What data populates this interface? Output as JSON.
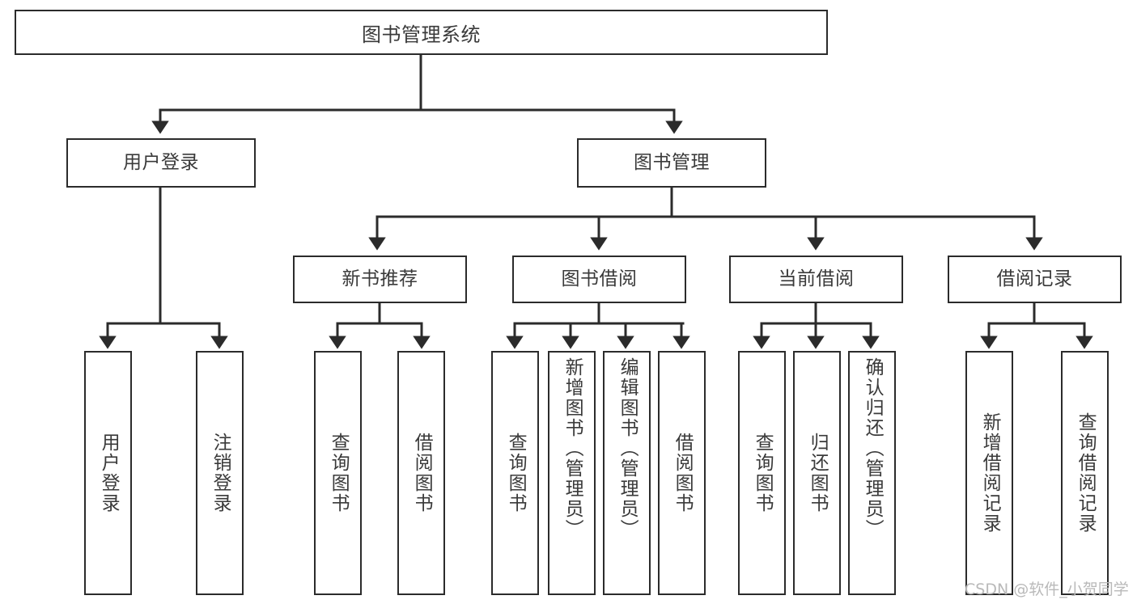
{
  "diagram": {
    "title": "图书管理系统",
    "type": "hierarchy-tree",
    "levels": 4,
    "line_color": "#2b2b2b",
    "text_color": "#3a3a3a",
    "background_color": "#ffffff",
    "nodes": {
      "root": {
        "label": "图书管理系统",
        "orientation": "horizontal"
      },
      "l2": [
        {
          "label": "用户登录",
          "orientation": "horizontal"
        },
        {
          "label": "图书管理",
          "orientation": "horizontal"
        }
      ],
      "l3": [
        {
          "label": "新书推荐",
          "orientation": "horizontal"
        },
        {
          "label": "图书借阅",
          "orientation": "horizontal"
        },
        {
          "label": "当前借阅",
          "orientation": "horizontal"
        },
        {
          "label": "借阅记录",
          "orientation": "horizontal"
        }
      ],
      "leaves": [
        {
          "label": "用户登录",
          "parent": "用户登录",
          "orientation": "vertical"
        },
        {
          "label": "注销登录",
          "parent": "用户登录",
          "orientation": "vertical"
        },
        {
          "label": "查询图书",
          "parent": "新书推荐",
          "orientation": "vertical"
        },
        {
          "label": "借阅图书",
          "parent": "新书推荐",
          "orientation": "vertical"
        },
        {
          "label": "查询图书",
          "parent": "图书借阅",
          "orientation": "vertical"
        },
        {
          "label": "新增图书（管理员）",
          "parent": "图书借阅",
          "orientation": "vertical"
        },
        {
          "label": "编辑图书（管理员）",
          "parent": "图书借阅",
          "orientation": "vertical"
        },
        {
          "label": "借阅图书",
          "parent": "图书借阅",
          "orientation": "vertical"
        },
        {
          "label": "查询图书",
          "parent": "当前借阅",
          "orientation": "vertical"
        },
        {
          "label": "归还图书",
          "parent": "当前借阅",
          "orientation": "vertical"
        },
        {
          "label": "确认归还（管理员）",
          "parent": "当前借阅",
          "orientation": "vertical"
        },
        {
          "label": "新增借阅记录",
          "parent": "借阅记录",
          "orientation": "vertical"
        },
        {
          "label": "查询借阅记录",
          "parent": "借阅记录",
          "orientation": "vertical"
        }
      ]
    }
  },
  "watermark": {
    "text": "CSDN @软件_小贺同学"
  }
}
